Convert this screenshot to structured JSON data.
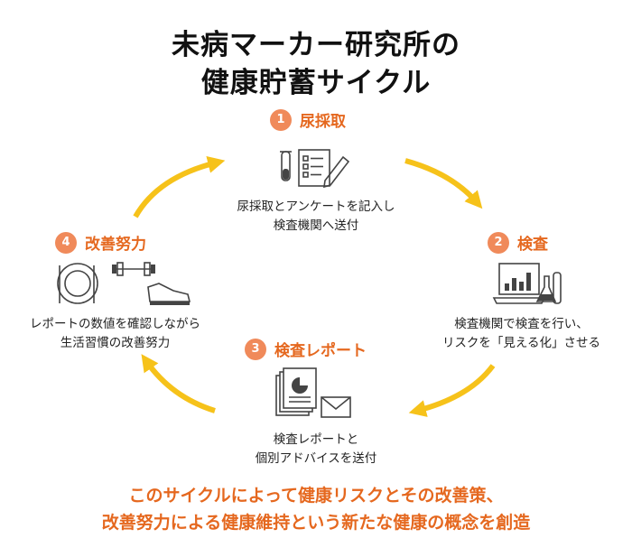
{
  "title": {
    "line1": "未病マーカー研究所の",
    "line2": "健康貯蓄サイクル"
  },
  "steps": [
    {
      "number": "1",
      "title": "尿採取",
      "lines": [
        "尿採取とアンケートを記入し",
        "検査機関へ送付"
      ]
    },
    {
      "number": "2",
      "title": "検査",
      "lines": [
        "検査機関で検査を行い、",
        "リスクを「見える化」させる"
      ]
    },
    {
      "number": "3",
      "title": "検査レポート",
      "lines": [
        "検査レポートと",
        "個別アドバイスを送付"
      ]
    },
    {
      "number": "4",
      "title": "改善努力",
      "lines": [
        "レポートの数値を確認しながら",
        "生活習慣の改善努力"
      ]
    }
  ],
  "footer": {
    "line1": "このサイクルによって健康リスクとその改善策、",
    "line2": "改善努力による健康維持という新たな健康の概念を創造"
  },
  "colors": {
    "accent": "#e5681f",
    "badge": "#f08a5a",
    "arrow": "#f6c21a",
    "icon": "#444444"
  },
  "icons": [
    "test-tube-checklist-icon",
    "laptop-chart-flask-icon",
    "report-envelope-icon",
    "plate-dumbbell-shoe-icon"
  ]
}
